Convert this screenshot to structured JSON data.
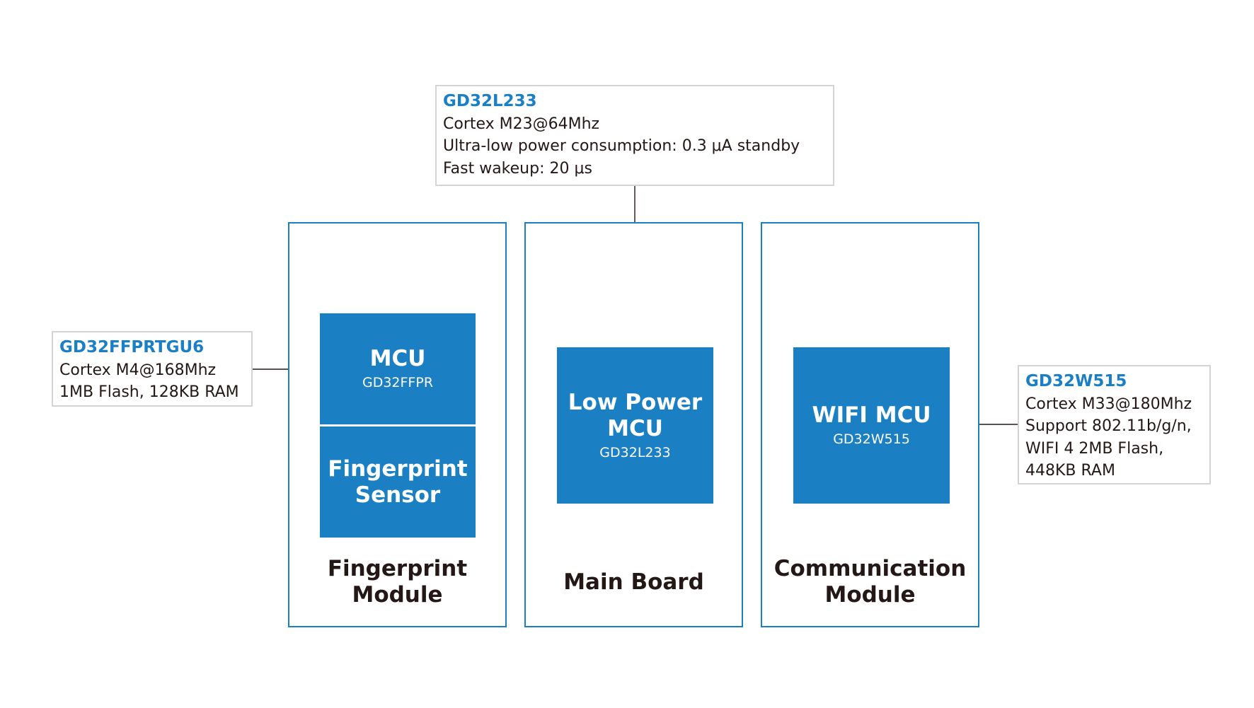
{
  "callouts": {
    "top": {
      "title": "GD32L233",
      "lines": [
        "Cortex M23@64Mhz",
        "Ultra-low power consumption: 0.3 μA standby",
        "Fast wakeup: 20 μs"
      ]
    },
    "left": {
      "title": "GD32FFPRTGU6",
      "lines": [
        "Cortex M4@168Mhz",
        "1MB Flash, 128KB RAM"
      ]
    },
    "right": {
      "title": "GD32W515",
      "lines": [
        "Cortex M33@180Mhz",
        "Support 802.11b/g/n,",
        "WIFI 4 2MB Flash,",
        "448KB RAM"
      ]
    }
  },
  "modules": {
    "fingerprint": {
      "label_lines": [
        "Fingerprint",
        "Module"
      ],
      "mcu": {
        "title": "MCU",
        "subtitle": "GD32FFPR"
      },
      "sensor": {
        "title_lines": [
          "Fingerprint",
          "Sensor"
        ]
      }
    },
    "main": {
      "label": "Main Board",
      "mcu": {
        "title_lines": [
          "Low Power",
          "MCU"
        ],
        "subtitle": "GD32L233"
      }
    },
    "communication": {
      "label_lines": [
        "Communication",
        "Module"
      ],
      "mcu": {
        "title": "WIFI MCU",
        "subtitle": "GD32W515"
      }
    }
  },
  "colors": {
    "accent_blue": "#1b7fc4",
    "callout_title": "#1a7fc4",
    "callout_border": "#d4d4d4",
    "text": "#231815"
  }
}
